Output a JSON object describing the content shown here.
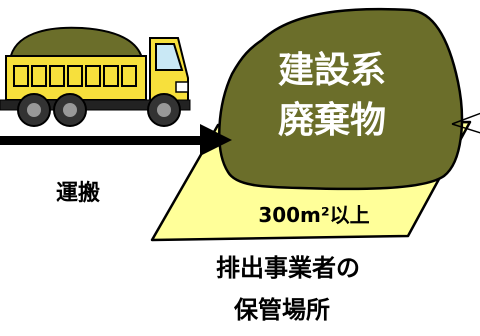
{
  "waste": {
    "line1": "建設系",
    "line2": "廃棄物"
  },
  "transport": {
    "label": "運搬"
  },
  "area": {
    "label": "300m²以上"
  },
  "storage": {
    "line1": "排出事業者の",
    "line2": "保管場所"
  },
  "colors": {
    "truck_body": "#f7e03c",
    "soil": "#6b6e2a",
    "pad": "#ffff99",
    "cab_window": "#c9e8f5"
  }
}
